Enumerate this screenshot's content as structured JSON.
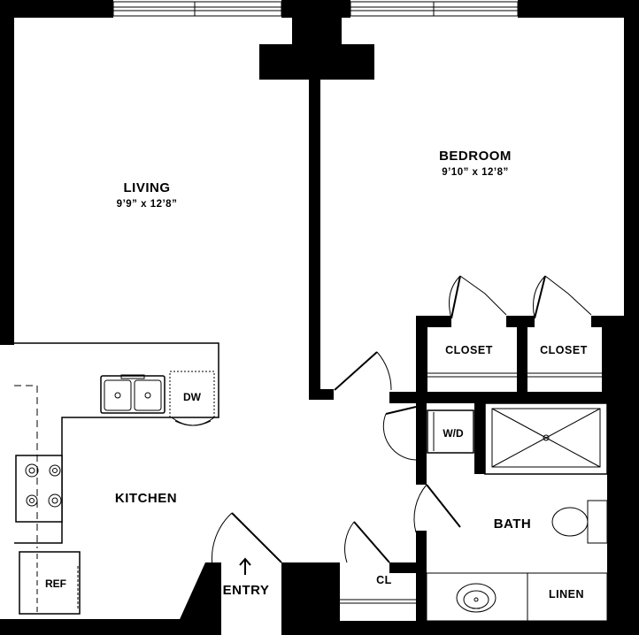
{
  "rooms": {
    "living": {
      "name": "LIVING",
      "dimensions": "9’9” x 12’8”"
    },
    "bedroom": {
      "name": "BEDROOM",
      "dimensions": "9’10” x 12’8”"
    },
    "kitchen": {
      "name": "KITCHEN"
    },
    "bath": {
      "name": "BATH"
    },
    "entry": {
      "name": "ENTRY"
    }
  },
  "closets": {
    "closet_left": "CLOSET",
    "closet_right": "CLOSET",
    "cl": "CL",
    "linen": "LINEN"
  },
  "fixtures": {
    "dishwasher": "DW",
    "washer_dryer": "W/D",
    "refrigerator": "REF"
  },
  "colors": {
    "wall": "#000000",
    "background": "#ffffff"
  }
}
